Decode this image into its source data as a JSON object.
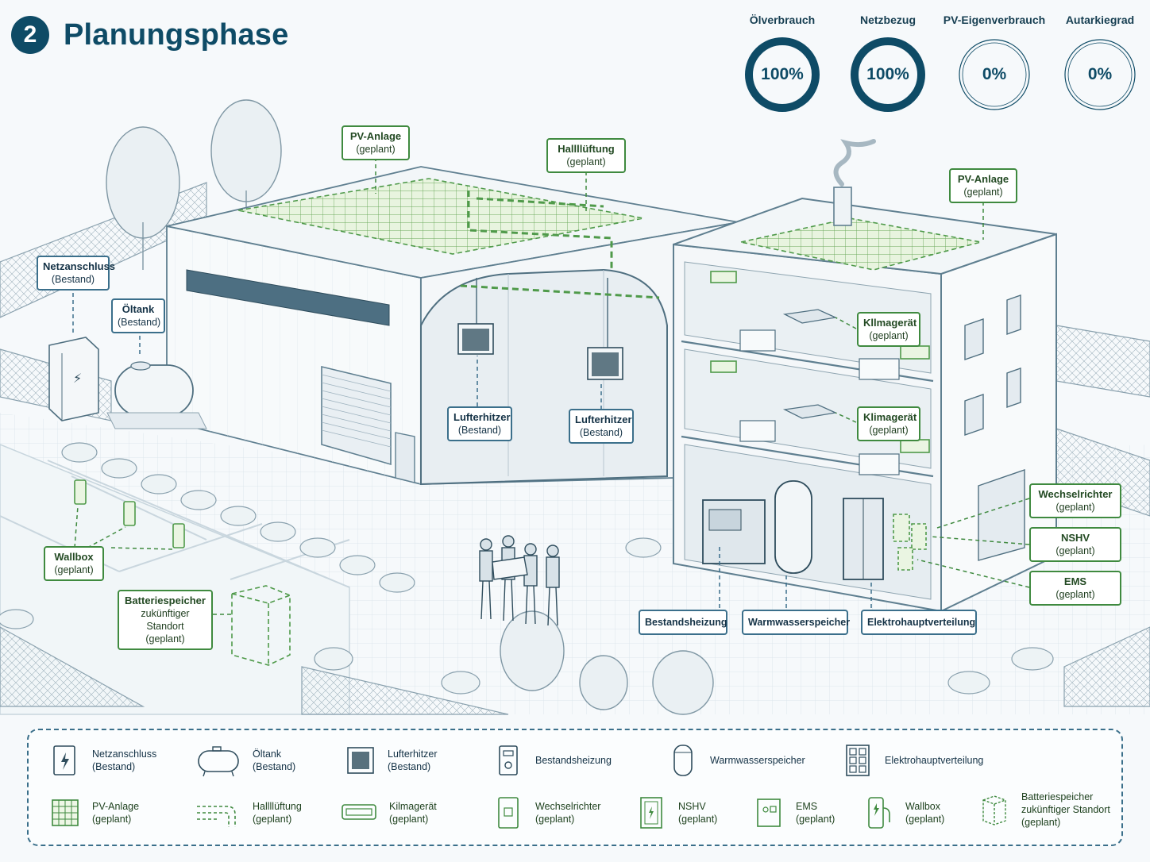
{
  "header": {
    "step": "2",
    "title": "Planungsphase"
  },
  "kpis": [
    {
      "label": "Ölverbrauch",
      "value": "100%",
      "fraction": 1.0
    },
    {
      "label": "Netzbezug",
      "value": "100%",
      "fraction": 1.0
    },
    {
      "label": "PV-Eigenverbrauch",
      "value": "0%",
      "fraction": 0.0
    },
    {
      "label": "Autarkiegrad",
      "value": "0%",
      "fraction": 0.0
    }
  ],
  "callouts": {
    "pv_hall": {
      "line1": "PV-Anlage",
      "line2": "(geplant)"
    },
    "hallenlueftung": {
      "line1": "Hallllüftung",
      "line2": "(geplant)"
    },
    "pv_office": {
      "line1": "PV-Anlage",
      "line2": "(geplant)"
    },
    "netzanschluss": {
      "line1": "Netzanschluss",
      "line2": "(Bestand)"
    },
    "oeltank": {
      "line1": "Öltank",
      "line2": "(Bestand)"
    },
    "klima_1": {
      "line1": "Kllmagerät",
      "line2": "(geplant)"
    },
    "klima_2": {
      "line1": "Klimagerät",
      "line2": "(geplant)"
    },
    "lufterhitzer_1": {
      "line1": "Lufterhitzer",
      "line2": "(Bestand)"
    },
    "lufterhitzer_2": {
      "line1": "Lufterhitzer",
      "line2": "(Bestand)"
    },
    "wechselrichter": {
      "line1": "Wechselrichter",
      "line2": "(geplant)"
    },
    "nshv": {
      "line1": "NSHV",
      "line2": "(geplant)"
    },
    "ems": {
      "line1": "EMS",
      "line2": "(geplant)"
    },
    "wallbox": {
      "line1": "Wallbox",
      "line2": "(geplant)"
    },
    "batterie": {
      "line1": "Batteriespeicher",
      "line2": "zukünftiger Standort",
      "line3": "(geplant)"
    },
    "bestandsheizung": {
      "label": "Bestandsheizung"
    },
    "warmwasser": {
      "label": "Warmwasserspeicher"
    },
    "elektro": {
      "label": "Elektrohauptverteilung"
    }
  },
  "legend": [
    {
      "icon": "netzanschluss-icon",
      "line1": "Netzanschluss",
      "line2": "(Bestand)"
    },
    {
      "icon": "oeltank-icon",
      "line1": "Öltank",
      "line2": "(Bestand)"
    },
    {
      "icon": "lufterhitzer-icon",
      "line1": "Lufterhitzer",
      "line2": "(Bestand)"
    },
    {
      "icon": "heizung-icon",
      "line1": "Bestandsheizung",
      "line2": ""
    },
    {
      "icon": "warmwasser-icon",
      "line1": "Warmwasserspeicher",
      "line2": ""
    },
    {
      "icon": "elektroverteilung-icon",
      "line1": "Elektrohauptverteilung",
      "line2": ""
    },
    {
      "icon": "pv-icon",
      "line1": "PV-Anlage",
      "line2": "(geplant)"
    },
    {
      "icon": "lueftung-icon",
      "line1": "Hallllüftung",
      "line2": "(geplant)"
    },
    {
      "icon": "klima-icon",
      "line1": "Kilmagerät",
      "line2": "(geplant)"
    },
    {
      "icon": "wechselrichter-icon",
      "line1": "Wechselrichter",
      "line2": "(geplant)"
    },
    {
      "icon": "nshv-icon",
      "line1": "NSHV",
      "line2": "(geplant)"
    },
    {
      "icon": "ems-icon",
      "line1": "EMS",
      "line2": "(geplant)"
    },
    {
      "icon": "wallbox-icon",
      "line1": "Wallbox",
      "line2": "(geplant)"
    },
    {
      "icon": "batterie-icon",
      "line1": "Batteriespeicher",
      "line2": "zukünftiger Standort",
      "line3": "(geplant)"
    }
  ],
  "colors": {
    "primary": "#0e4b66",
    "planned": "#3f8a3f",
    "existing": "#3b6f8b",
    "line": "#5f7f90",
    "fill": "#eef3f6"
  }
}
